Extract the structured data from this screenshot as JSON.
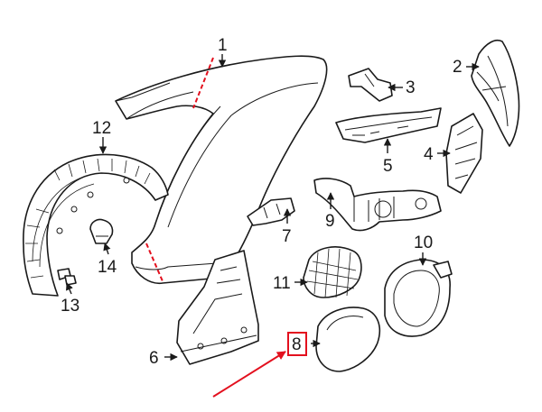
{
  "callouts": {
    "c1": "1",
    "c2": "2",
    "c3": "3",
    "c4": "4",
    "c5": "5",
    "c6": "6",
    "c7": "7",
    "c8": "8",
    "c9": "9",
    "c10": "10",
    "c11": "11",
    "c12": "12",
    "c13": "13",
    "c14": "14"
  },
  "highlight": {
    "part": "8",
    "color": "#e3101e"
  },
  "colors": {
    "line": "#1a1a1a",
    "accent": "#e3101e",
    "background": "#ffffff"
  }
}
